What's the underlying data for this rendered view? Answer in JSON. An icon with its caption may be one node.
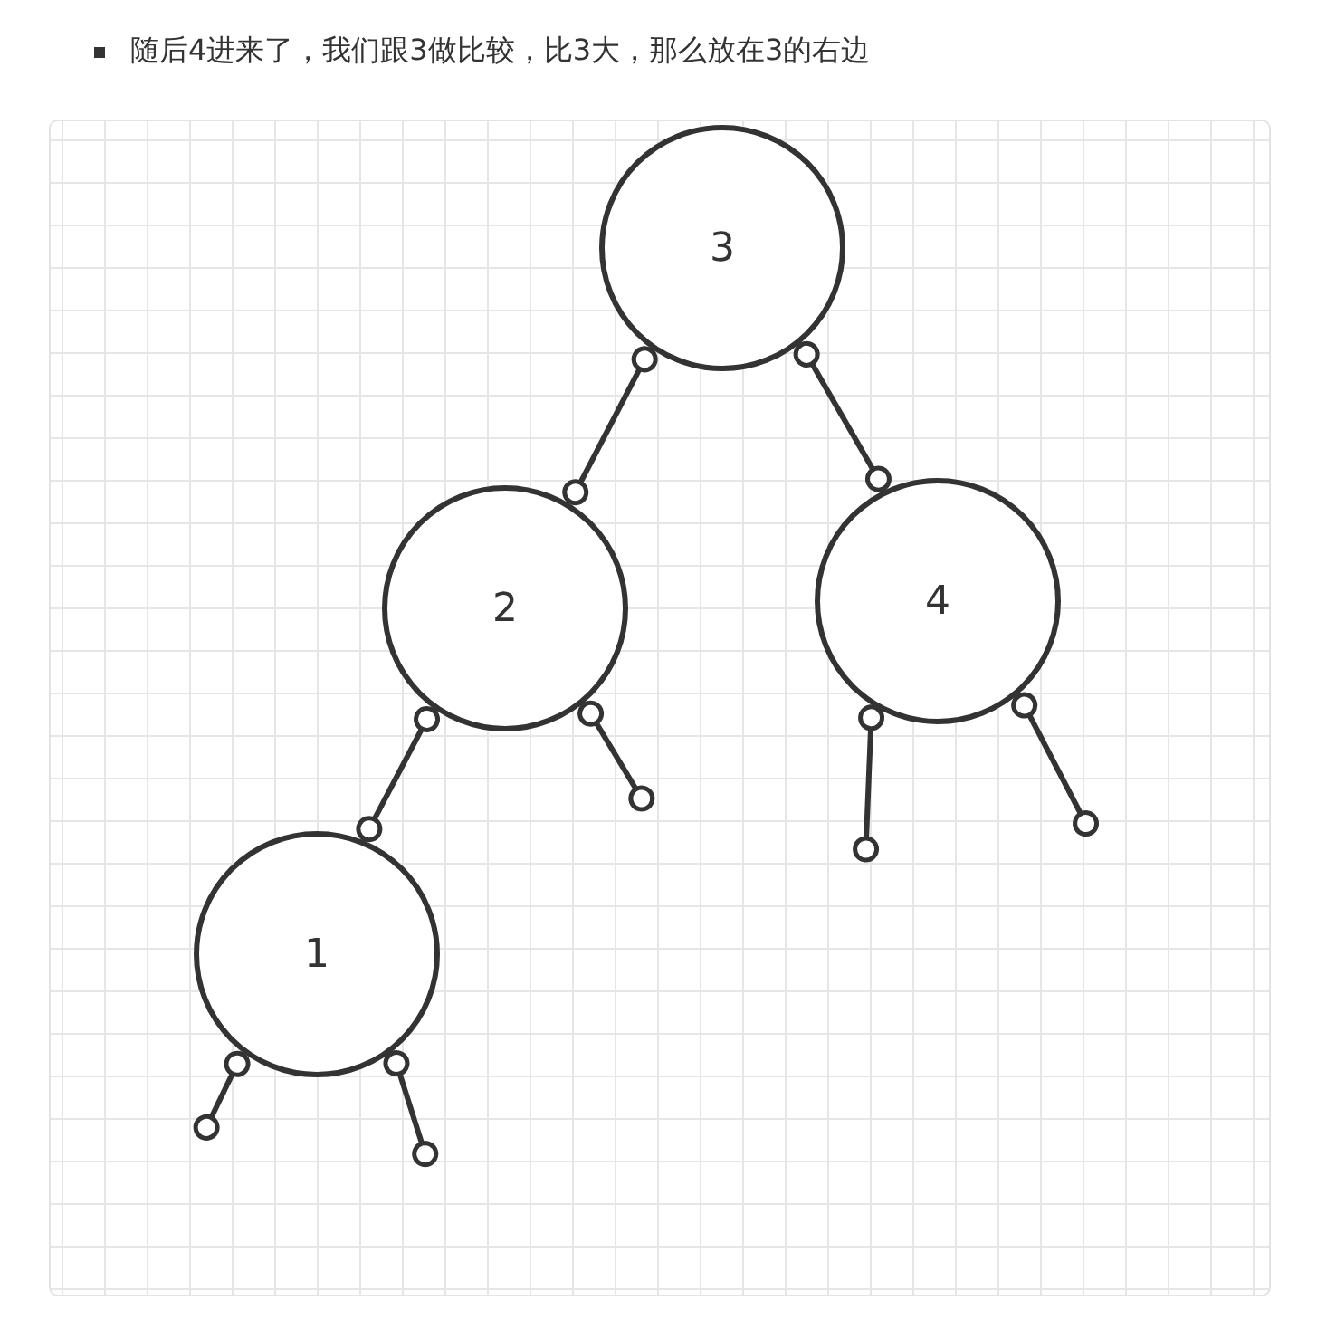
{
  "diagram": {
    "title": "随后4进来了，我们跟3做比较，比3大，那么放在3的右边",
    "nodes": [
      {
        "text": [
          "3"
        ]
      },
      {
        "text": [
          "2"
        ]
      },
      {
        "text": [
          "4"
        ]
      },
      {
        "text": [
          "1"
        ]
      }
    ],
    "edges": [
      {
        "from": 0,
        "to": 1,
        "arrow": "other"
      },
      {
        "from": 0,
        "to": 2,
        "arrow": "other"
      },
      {
        "from": 1,
        "to": 3,
        "arrow": "other"
      },
      {
        "from": 1,
        "to": null,
        "arrow": "other"
      },
      {
        "from": 2,
        "to": null,
        "arrow": "other"
      },
      {
        "from": 2,
        "to": null,
        "arrow": "other"
      },
      {
        "from": 3,
        "to": null,
        "arrow": "other"
      },
      {
        "from": 3,
        "to": null,
        "arrow": "other"
      }
    ]
  }
}
